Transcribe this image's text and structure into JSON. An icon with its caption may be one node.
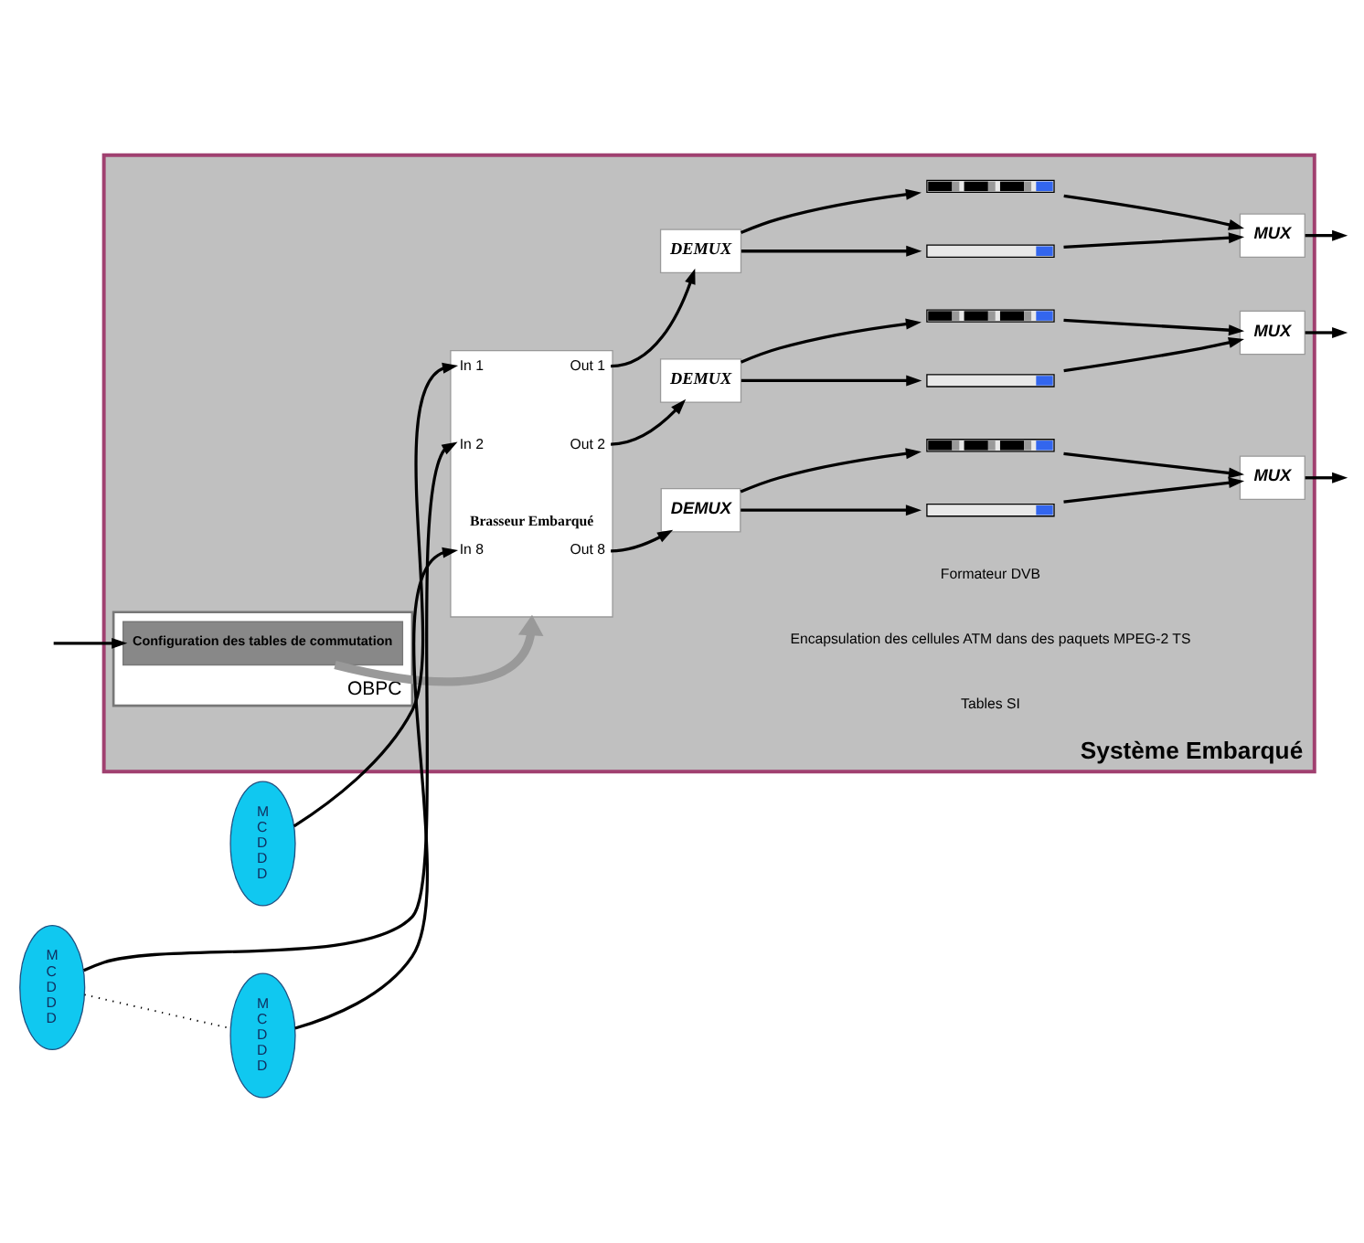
{
  "diagram": {
    "nodes": [
      {
        "text": [
          "Système Embarqué"
        ]
      },
      {
        "text": [
          "M C D D D"
        ]
      },
      {
        "text": [
          "M C D D D"
        ]
      },
      {
        "text": [
          "M C D D D"
        ]
      },
      {
        "text": [
          "In 1",
          "Out 1",
          "In 2",
          "Out 2",
          "Brasseur Embarqué",
          "In 8",
          "Out 8"
        ],
        "in": 0
      },
      {
        "text": [
          "DEMUX"
        ],
        "in": 0
      },
      {
        "text": [],
        "shape": "bar",
        "in": 0
      },
      {
        "text": [],
        "shape": "bar",
        "in": 0
      },
      {
        "text": [
          "MUX"
        ],
        "in": 0
      },
      {
        "text": [
          "DEMUX"
        ],
        "in": 0
      },
      {
        "text": [],
        "shape": "bar",
        "in": 0
      },
      {
        "text": [],
        "shape": "bar",
        "in": 0
      },
      {
        "text": [
          "MUX"
        ],
        "in": 0
      },
      {
        "text": [
          "DEMUX"
        ],
        "in": 0
      },
      {
        "text": [],
        "shape": "bar",
        "in": 0
      },
      {
        "text": [],
        "shape": "bar",
        "in": 0
      },
      {
        "text": [
          "MUX"
        ],
        "in": 0
      },
      {
        "text": [
          "OBPC"
        ],
        "in": 0
      },
      {
        "text": [
          "Configuration des tables de commutation"
        ],
        "in": 17
      }
    ],
    "edges": [
      {
        "from": 1,
        "to": 4,
        "arrow": "to"
      },
      {
        "from": 2,
        "to": 4,
        "arrow": "to"
      },
      {
        "from": 3,
        "to": 4,
        "arrow": "to"
      },
      {
        "from": 2,
        "to": 3,
        "arrow": "none",
        "style": "dashed"
      },
      {
        "from": 4,
        "to": 5,
        "arrow": "to"
      },
      {
        "from": 4,
        "to": 9,
        "arrow": "to"
      },
      {
        "from": 4,
        "to": 13,
        "arrow": "to"
      },
      {
        "from": 5,
        "to": 6,
        "arrow": "to"
      },
      {
        "from": 5,
        "to": 7,
        "arrow": "to"
      },
      {
        "from": 6,
        "to": 8,
        "arrow": "to"
      },
      {
        "from": 7,
        "to": 8,
        "arrow": "to"
      },
      {
        "from": 9,
        "to": 10,
        "arrow": "to"
      },
      {
        "from": 9,
        "to": 11,
        "arrow": "to"
      },
      {
        "from": 10,
        "to": 12,
        "arrow": "to"
      },
      {
        "from": 11,
        "to": 12,
        "arrow": "to"
      },
      {
        "from": 13,
        "to": 14,
        "arrow": "to"
      },
      {
        "from": 13,
        "to": 15,
        "arrow": "to"
      },
      {
        "from": 14,
        "to": 16,
        "arrow": "to"
      },
      {
        "from": 15,
        "to": 16,
        "arrow": "to"
      },
      {
        "from": 8,
        "to": null,
        "arrow": "to"
      },
      {
        "from": 12,
        "to": null,
        "arrow": "to"
      },
      {
        "from": 16,
        "to": null,
        "arrow": "to"
      },
      {
        "from": null,
        "to": 18,
        "arrow": "to"
      },
      {
        "from": 18,
        "to": 4,
        "arrow": "to",
        "style": "thick",
        "color": "#999999"
      }
    ],
    "labels": [
      "Formateur DVB",
      "Encapsulation des cellules ATM dans des paquets MPEG-2 TS",
      "Tables SI"
    ]
  }
}
